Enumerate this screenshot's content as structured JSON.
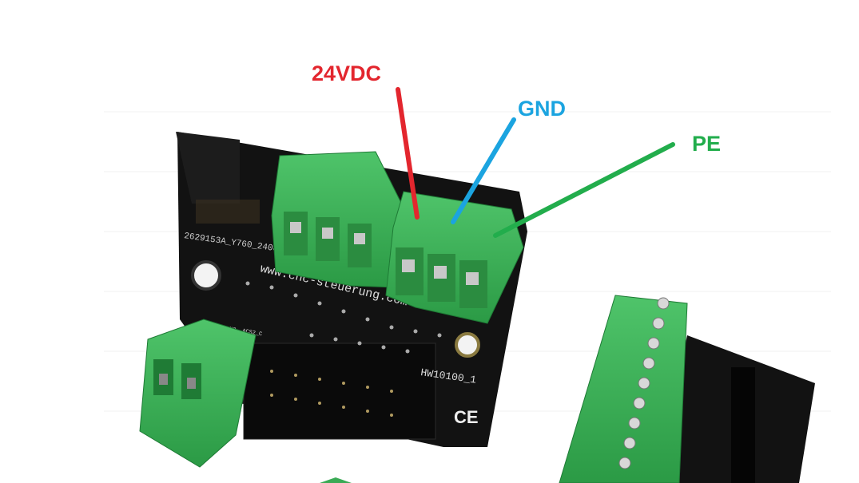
{
  "annotations": [
    {
      "label": "24VDC",
      "color": "#e3262e"
    },
    {
      "label": "GND",
      "color": "#1ba4e0"
    },
    {
      "label": "PE",
      "color": "#22ad4c"
    }
  ],
  "board": {
    "part_code": "2629153A_Y760_2408",
    "website": "www.cnc-steuerung.com",
    "model": "HW10100_1",
    "terminal_labels": [
      "ACS2_NO",
      "ACS2_C"
    ],
    "mark": "CE"
  }
}
